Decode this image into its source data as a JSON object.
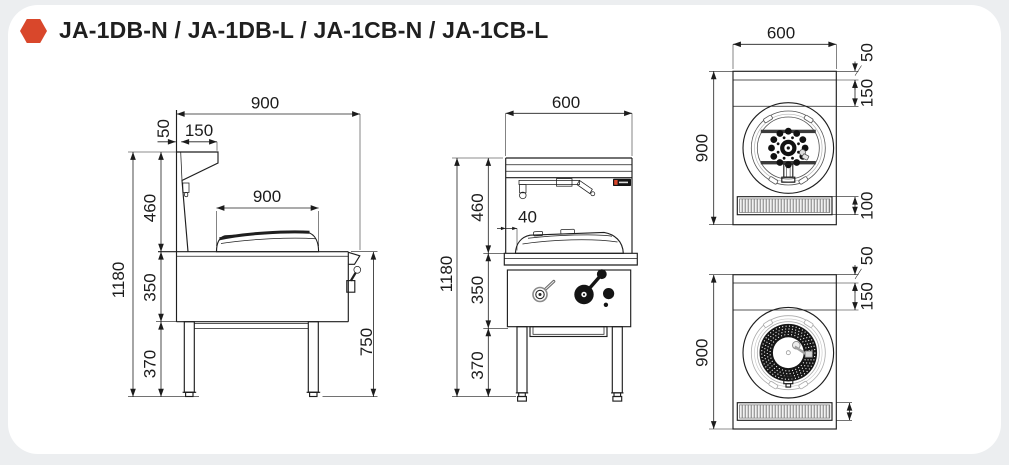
{
  "title": "JA-1DB-N / JA-1DB-L / JA-1CB-N / JA-1CB-L",
  "colors": {
    "accent": "#d9472b"
  },
  "views": {
    "side": {
      "dims": {
        "overall_width": "900",
        "splash_thickness": "50",
        "shelf_depth": "150",
        "wok_ring_width": "900",
        "upper_height": "460",
        "overall_height": "1180",
        "body_height": "350",
        "leg_height": "370",
        "counter_height": "750"
      }
    },
    "front": {
      "dims": {
        "width": "600",
        "upper_height": "460",
        "burner_offset": "40",
        "overall_height": "1180",
        "body_height": "350",
        "leg_height": "370"
      }
    },
    "plan_duck": {
      "dims": {
        "width": "600",
        "top_rail": "50",
        "shelf_depth": "150",
        "depth": "900",
        "drain_width": "100"
      }
    },
    "plan_chimney": {
      "dims": {
        "top_rail": "50",
        "shelf_depth": "150",
        "depth": "900"
      }
    }
  }
}
